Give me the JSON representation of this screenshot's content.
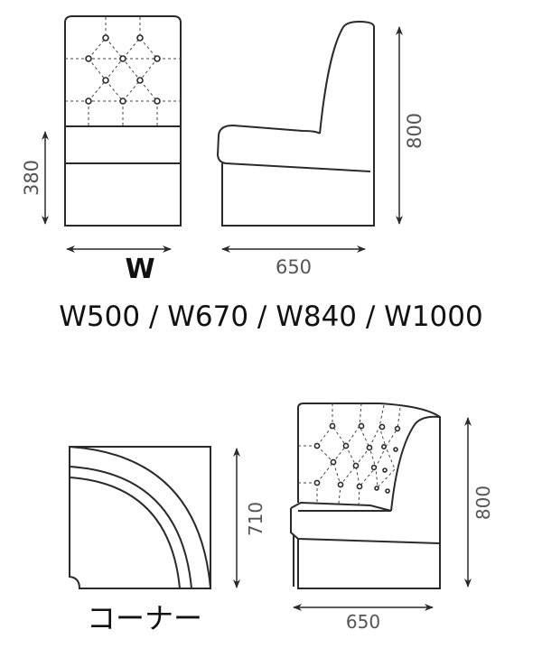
{
  "standard": {
    "seat_height": "380",
    "width_label": "W",
    "depth": "650",
    "height": "800",
    "width_options": "W500 / W670 / W840 / W1000"
  },
  "corner": {
    "label": "コーナー",
    "plan_size": "710",
    "depth": "650",
    "height": "800"
  }
}
